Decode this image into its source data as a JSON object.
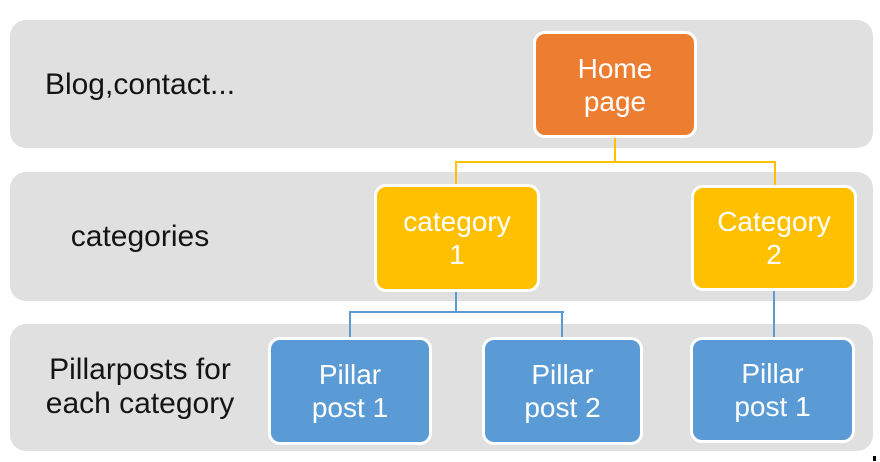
{
  "colors": {
    "background": "#FFFFFF",
    "band_fill": "#E0E0E0",
    "label_text": "#141414",
    "node_text": "#FFFFFF",
    "node_border": "#FFFFFF",
    "home_fill": "#ED7D31",
    "category_fill": "#FFC000",
    "pillar_fill": "#5B9BD5",
    "connector_top": "#FFC000",
    "connector_bottom": "#5B9BD5"
  },
  "rows": [
    {
      "label": "Blog,contact..."
    },
    {
      "label": "categories"
    },
    {
      "label_line1": "Pillarposts for",
      "label_line2": "each category"
    }
  ],
  "nodes": {
    "home": {
      "line1": "Home",
      "line2": "page",
      "fill": "#ED7D31"
    },
    "cat1": {
      "line1": "category",
      "line2": "1",
      "fill": "#FFC000"
    },
    "cat2": {
      "line1": "Category",
      "line2": "2",
      "fill": "#FFC000"
    },
    "pp1": {
      "line1": "Pillar",
      "line2": "post 1",
      "fill": "#5B9BD5"
    },
    "pp2": {
      "line1": "Pillar",
      "line2": "post 2",
      "fill": "#5B9BD5"
    },
    "pp3": {
      "line1": "Pillar",
      "line2": "post 1",
      "fill": "#5B9BD5"
    }
  },
  "edges": [
    {
      "from": "Home page",
      "to": "category 1"
    },
    {
      "from": "Home page",
      "to": "Category 2"
    },
    {
      "from": "category 1",
      "to": "Pillar post 1"
    },
    {
      "from": "category 1",
      "to": "Pillar post 2"
    },
    {
      "from": "Category 2",
      "to": "Pillar post 1"
    }
  ]
}
